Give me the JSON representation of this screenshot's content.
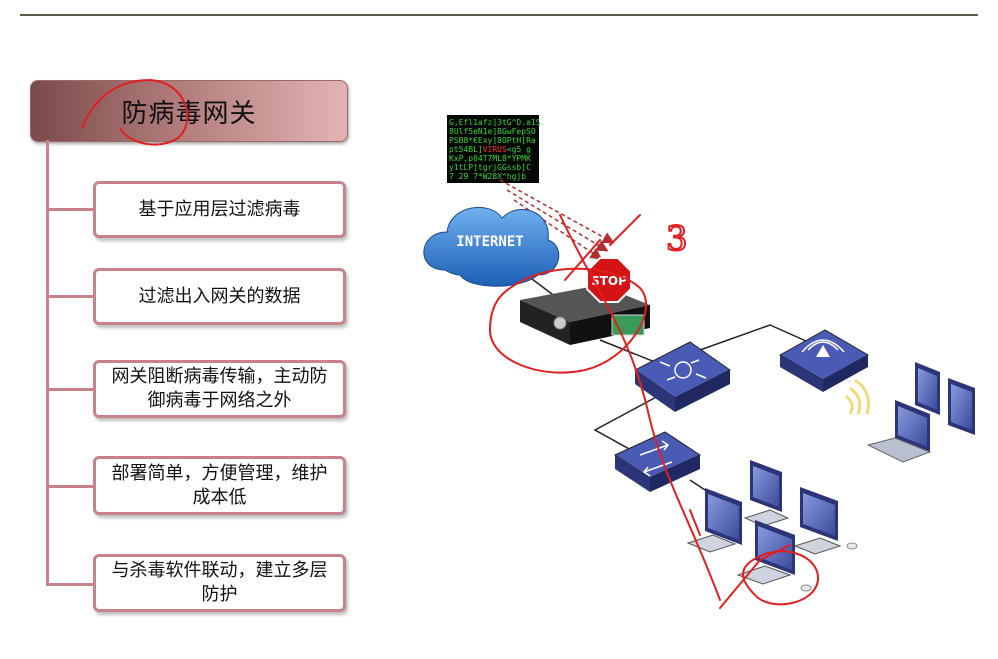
{
  "title": "防病毒网关",
  "features": [
    "基于应用层过滤病毒",
    "过滤出入网关的数据",
    "网关阻断病毒传输，主动防御病毒于网络之外",
    "部署简单，方便管理，维护成本低",
    "与杀毒软件联动，建立多层防护"
  ],
  "network": {
    "internet_label": "INTERNET",
    "stop_label": "STOP",
    "virus_code_lines": [
      "G,Efl1afz]3tG^D.a1S",
      "8Ulf5eN1e]BGwFepSO",
      "PSB8*€Exy]8OPtH[Ra",
      "pt54BL]VIRUS<g5 g",
      "KxP,p04T7ML8*YPMK",
      "y1tLP]tgrjGGssb[C",
      "7 29 7*W28X^hgjb"
    ],
    "handwriting_mark": "3",
    "colors": {
      "annotation_red": "#e02020",
      "device_blue": "#3a4a9a",
      "cloud_blue": "#2a6fc0"
    }
  }
}
